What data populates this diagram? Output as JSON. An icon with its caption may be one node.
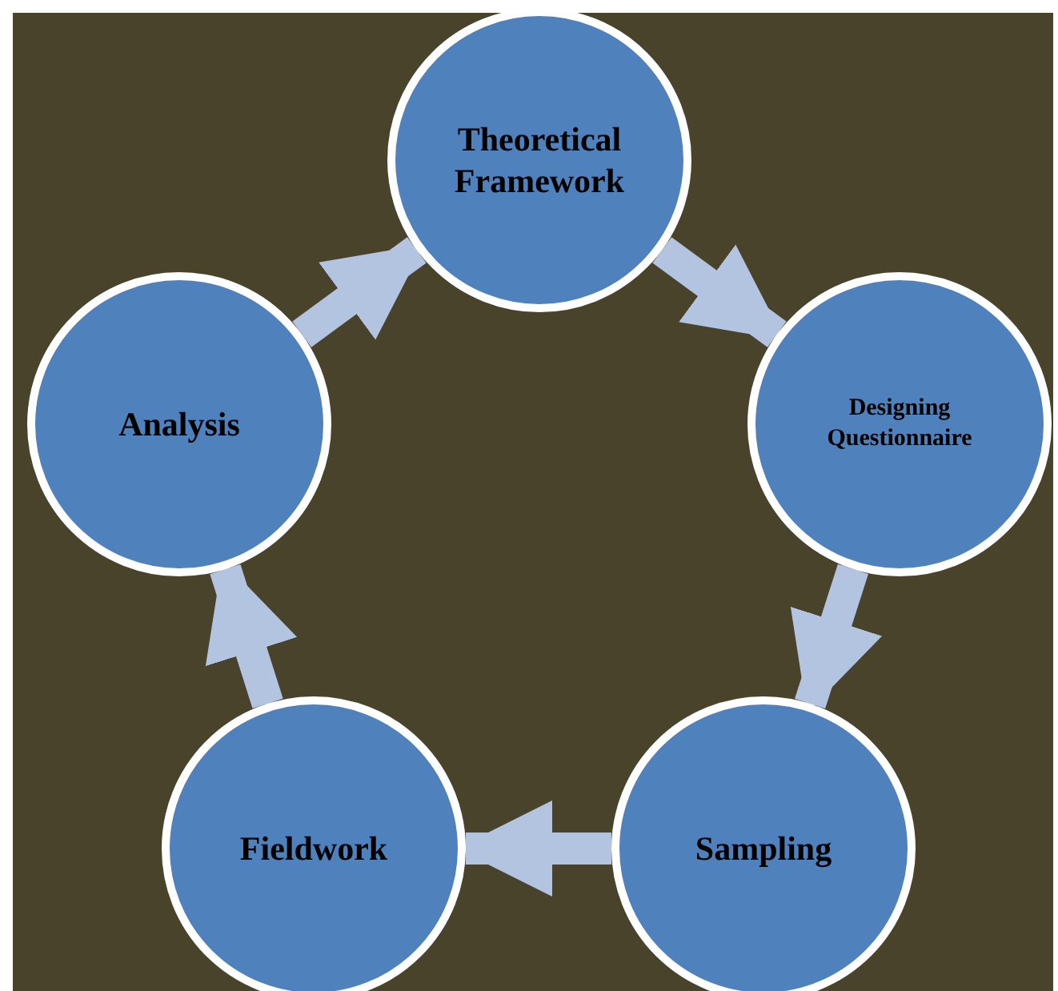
{
  "diagram": {
    "nodes": [
      {
        "text": [
          "Theoretical Framework"
        ]
      },
      {
        "text": [
          "Designing Questionnaire"
        ]
      },
      {
        "text": [
          "Sampling"
        ]
      },
      {
        "text": [
          "Fieldwork"
        ]
      },
      {
        "text": [
          "Analysis"
        ]
      }
    ],
    "edges": [
      {
        "from": 0,
        "to": 1,
        "arrow": "to"
      },
      {
        "from": 1,
        "to": 2,
        "arrow": "to"
      },
      {
        "from": 2,
        "to": 3,
        "arrow": "to"
      },
      {
        "from": 3,
        "to": 4,
        "arrow": "to"
      },
      {
        "from": 4,
        "to": 0,
        "arrow": "to"
      }
    ]
  }
}
